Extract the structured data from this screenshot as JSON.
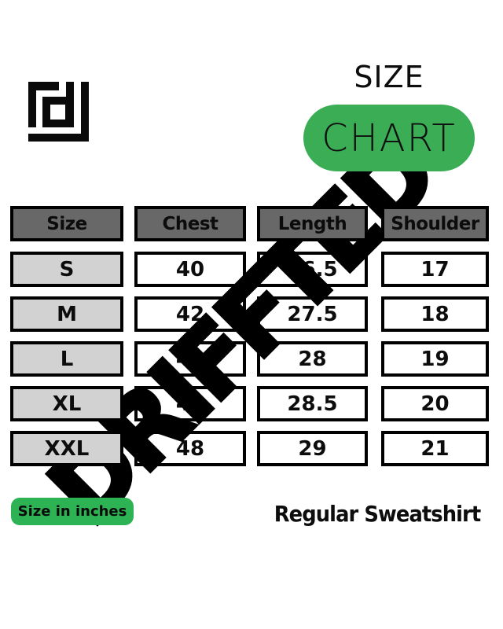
{
  "header": {
    "title_line1": "SIZE",
    "title_line2": "CHART"
  },
  "brand": {
    "logo_icon": "square-spiral-d-monogram"
  },
  "watermark": {
    "text": "DRIFFTED"
  },
  "table": {
    "headers": [
      "Size",
      "Chest",
      "Length",
      "Shoulder"
    ],
    "rows": [
      {
        "size": "S",
        "chest": "40",
        "length": "26.5",
        "shoulder": "17"
      },
      {
        "size": "M",
        "chest": "42",
        "length": "27.5",
        "shoulder": "18"
      },
      {
        "size": "L",
        "chest": "44",
        "length": "28",
        "shoulder": "19"
      },
      {
        "size": "XL",
        "chest": "46",
        "length": "28.5",
        "shoulder": "20"
      },
      {
        "size": "XXL",
        "chest": "48",
        "length": "29",
        "shoulder": "21"
      }
    ]
  },
  "footer": {
    "unit_note": "Size in inches",
    "product_name": "Regular Sweatshirt"
  },
  "colors": {
    "pill_green": "#3aad55",
    "badge_green": "#2db254",
    "header_gray": "#686868",
    "label_gray": "#d2d2d2",
    "border_black": "#000000"
  },
  "chart_data": {
    "type": "table",
    "title": "SIZE CHART",
    "columns": [
      "Size",
      "Chest",
      "Length",
      "Shoulder"
    ],
    "rows": [
      [
        "S",
        40,
        26.5,
        17
      ],
      [
        "M",
        42,
        27.5,
        18
      ],
      [
        "L",
        44,
        28,
        19
      ],
      [
        "XL",
        46,
        28.5,
        20
      ],
      [
        "XXL",
        48,
        29,
        21
      ]
    ],
    "units": "inches",
    "product": "Regular Sweatshirt",
    "watermark": "DRIFFTED"
  }
}
